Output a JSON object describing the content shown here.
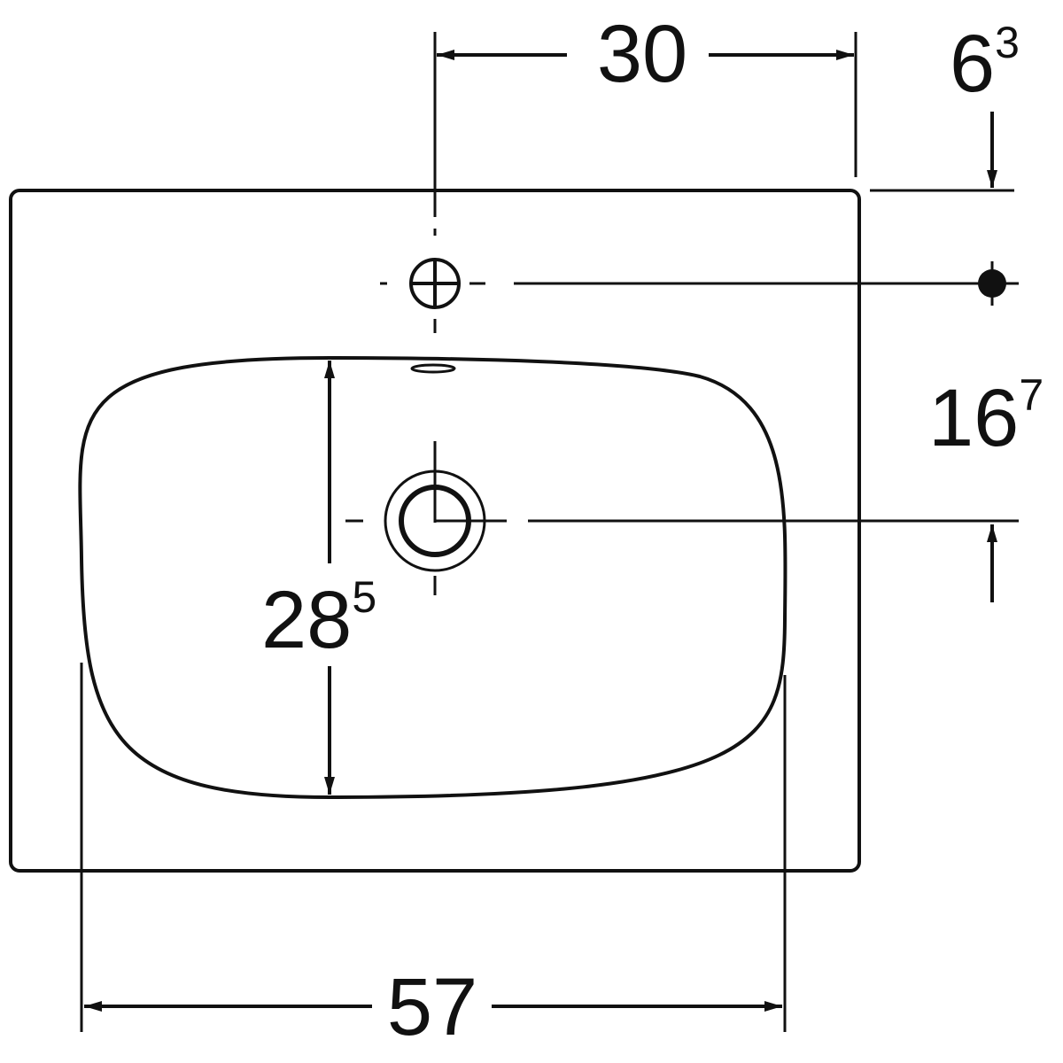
{
  "colors": {
    "line": "#111111",
    "background": "#ffffff"
  },
  "dimensions": {
    "tap_hole_offset": {
      "value": "30"
    },
    "top_to_tap_axis": {
      "value": "6",
      "superscript": "3"
    },
    "tap_axis_to_drain_axis": {
      "value": "16",
      "superscript": "7"
    },
    "bowl_depth": {
      "value": "28",
      "superscript": "5"
    },
    "bowl_width": {
      "value": "57"
    }
  }
}
